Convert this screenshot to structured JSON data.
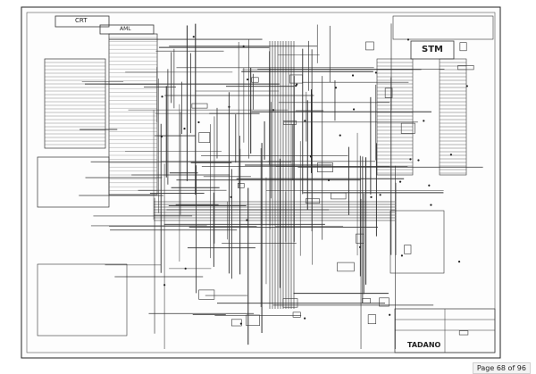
{
  "document": {
    "labels": {
      "crt": "CRT",
      "aml": "AML",
      "stm": "STM",
      "brand": "TADANO"
    }
  },
  "viewer": {
    "page_indicator": "Page 68 of 96"
  }
}
